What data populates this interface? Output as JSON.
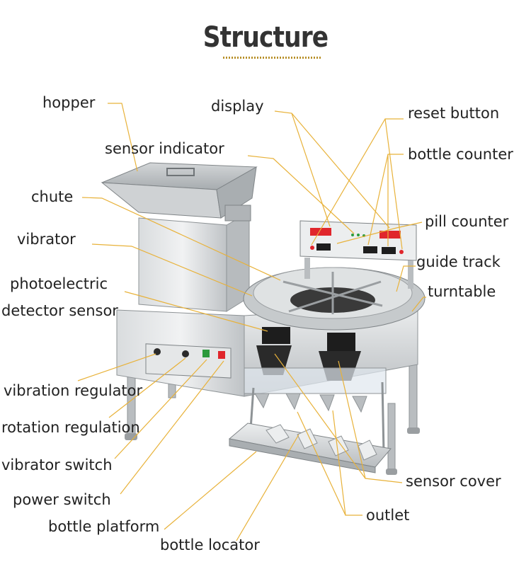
{
  "title": "Structure",
  "labels": {
    "hopper": "hopper",
    "display": "display",
    "reset_button": "reset button",
    "sensor_indicator": "sensor indicator",
    "bottle_counter": "bottle counter",
    "chute": "chute",
    "pill_counter": "pill counter",
    "vibrator": "vibrator",
    "guide_track": "guide track",
    "photoelectric_line1": "photoelectric",
    "turntable": "turntable",
    "photoelectric_line2": "detector sensor",
    "vibration_regulator": "vibration regulator",
    "rotation_regulation": "rotation regulation",
    "vibrator_switch": "vibrator switch",
    "sensor_cover": "sensor cover",
    "power_switch": "power switch",
    "outlet": "outlet",
    "bottle_platform": "bottle platform",
    "bottle_locator": "bottle locator"
  },
  "colors": {
    "leader_line": "#e8b23a",
    "steel_light": "#e6e8e9",
    "steel_mid": "#c4c8ca",
    "steel_dark": "#8e9396",
    "led_red": "#e0262c",
    "panel_black": "#1d1d1d",
    "switch_green": "#2c9a3c"
  }
}
